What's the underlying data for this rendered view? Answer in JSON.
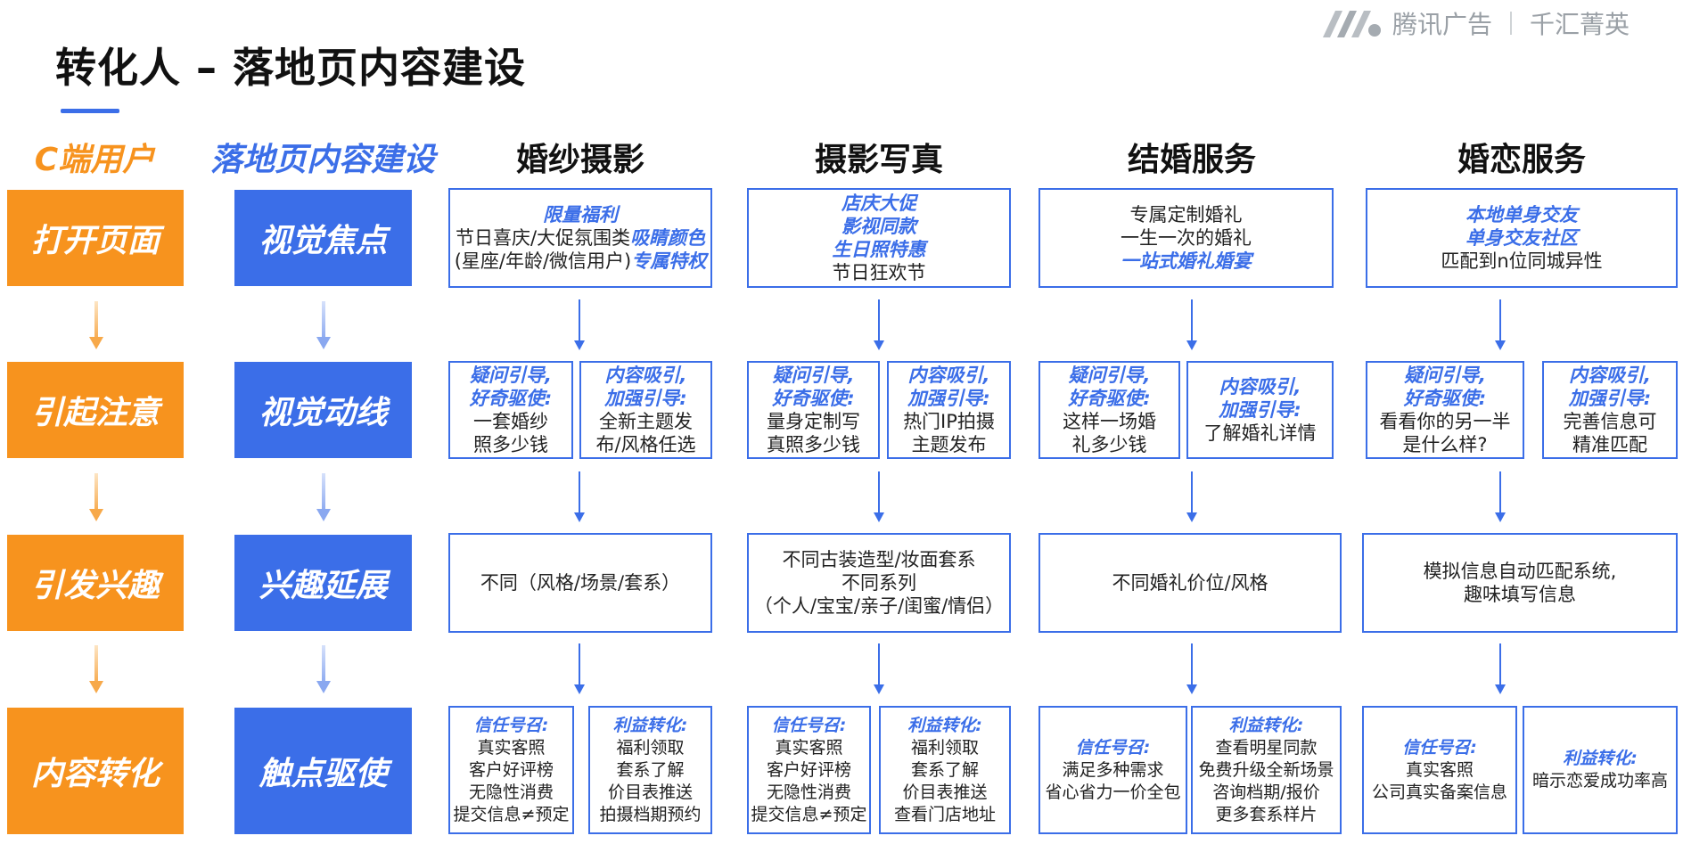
{
  "title": "转化人 – 落地页内容建设",
  "logo": {
    "brand1": "腾讯广告",
    "brand2": "千汇菁英"
  },
  "headers": {
    "c_user": "C端用户",
    "landing": "落地页内容建设",
    "wedding_photo": "婚纱摄影",
    "portrait_photo": "摄影写真",
    "wedding_service": "结婚服务",
    "dating_service": "婚恋服务"
  },
  "stages": [
    "打开页面",
    "引起注意",
    "引发兴趣",
    "内容转化"
  ],
  "builds": [
    "视觉焦点",
    "视觉动线",
    "兴趣延展",
    "触点驱使"
  ],
  "row1": {
    "c1": {
      "l1": "限量福利",
      "l2a": "节日喜庆/大促氛围类",
      "l2b": "吸睛颜色",
      "l3a": "(星座/年龄/微信用户)",
      "l3b": "专属特权"
    },
    "c2": {
      "l1": "店庆大促",
      "l2": "影视同款",
      "l3": "生日照特惠",
      "l4": "节日狂欢节"
    },
    "c3": {
      "l1": "专属定制婚礼",
      "l2": "一生一次的婚礼",
      "l3": "一站式婚礼婚宴"
    },
    "c4": {
      "l1": "本地单身交友",
      "l2": "单身交友社区",
      "l3": "匹配到n位同城异性"
    }
  },
  "row2": {
    "c1a": {
      "h1": "疑问引导,",
      "h2": "好奇驱使:",
      "t1": "一套婚纱",
      "t2": "照多少钱"
    },
    "c1b": {
      "h1": "内容吸引,",
      "h2": "加强引导:",
      "t1": "全新主题发",
      "t2": "布/风格任选"
    },
    "c2a": {
      "h1": "疑问引导,",
      "h2": "好奇驱使:",
      "t1": "量身定制写",
      "t2": "真照多少钱"
    },
    "c2b": {
      "h1": "内容吸引,",
      "h2": "加强引导:",
      "t1": "热门IP拍摄",
      "t2": "主题发布"
    },
    "c3a": {
      "h1": "疑问引导,",
      "h2": "好奇驱使:",
      "t1": "这样一场婚",
      "t2": "礼多少钱"
    },
    "c3b": {
      "h1": "内容吸引,",
      "h2": "加强引导:",
      "t1": "了解婚礼详情"
    },
    "c4a": {
      "h1": "疑问引导,",
      "h2": "好奇驱使:",
      "t1": "看看你的另一半",
      "t2": "是什么样?"
    },
    "c4b": {
      "h1": "内容吸引,",
      "h2": "加强引导:",
      "t1": "完善信息可",
      "t2": "精准匹配"
    }
  },
  "row3": {
    "c1": {
      "l1": "不同（风格/场景/套系）"
    },
    "c2": {
      "l1": "不同古装造型/妆面套系",
      "l2": "不同系列",
      "l3": "（个人/宝宝/亲子/闺蜜/情侣）"
    },
    "c3": {
      "l1": "不同婚礼价位/风格"
    },
    "c4": {
      "l1": "模拟信息自动匹配系统,",
      "l2": "趣味填写信息"
    }
  },
  "row4": {
    "c1a": {
      "h": "信任号召:",
      "t1": "真实客照",
      "t2": "客户好评榜",
      "t3": "无隐性消费",
      "t4": "提交信息≠预定"
    },
    "c1b": {
      "h": "利益转化:",
      "t1": "福利领取",
      "t2": "套系了解",
      "t3": "价目表推送",
      "t4": "拍摄档期预约"
    },
    "c2a": {
      "h": "信任号召:",
      "t1": "真实客照",
      "t2": "客户好评榜",
      "t3": "无隐性消费",
      "t4": "提交信息≠预定"
    },
    "c2b": {
      "h": "利益转化:",
      "t1": "福利领取",
      "t2": "套系了解",
      "t3": "价目表推送",
      "t4": "查看门店地址"
    },
    "c3a": {
      "h": "信任号召:",
      "t1": "满足多种需求",
      "t2": "省心省力一价全包"
    },
    "c3b": {
      "h": "利益转化:",
      "t1": "查看明星同款",
      "t2": "免费升级全新场景",
      "t3": "咨询档期/报价",
      "t4": "更多套系样片"
    },
    "c4a": {
      "h": "信任号召:",
      "t1": "真实客照",
      "t2": "公司真实备案信息"
    },
    "c4b": {
      "h": "利益转化:",
      "t1": "暗示恋爱成功率高"
    }
  },
  "colors": {
    "orange": "#f7931e",
    "blue": "#3b6ee8",
    "text": "#222222"
  }
}
